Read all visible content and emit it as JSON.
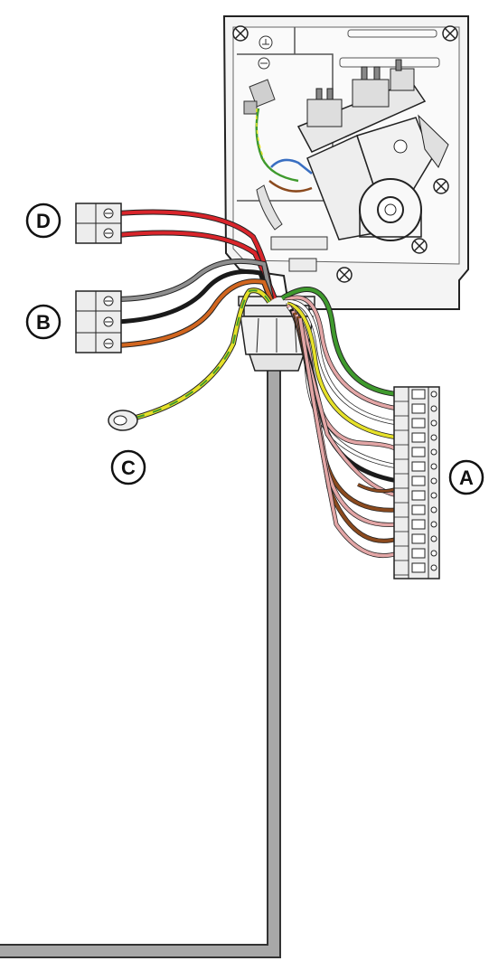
{
  "callouts": {
    "A": "A",
    "B": "B",
    "C": "C",
    "D": "D"
  },
  "colors": {
    "red": "#d9252b",
    "grey": "#8f8f8f",
    "black": "#1a1a1a",
    "orange": "#d2661f",
    "yellow": "#e6e12a",
    "green": "#3f9a2d",
    "brown": "#8b4a1e",
    "pink": "#e3a6a6",
    "white": "#ffffff",
    "blue": "#3a6fc2",
    "cable": "#a8a8a8",
    "housing": "#f4f4f4"
  }
}
